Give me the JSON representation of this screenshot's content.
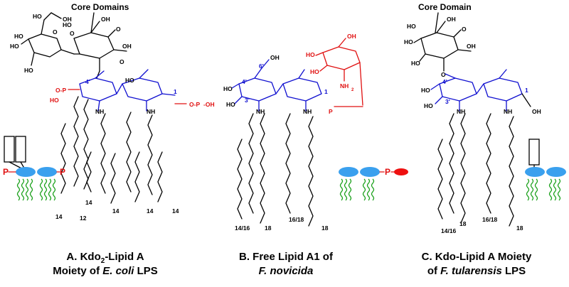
{
  "headers": {
    "a": "Core Domains",
    "c": "Core Domain"
  },
  "labels": {
    "ho": "HO",
    "oh": "OH",
    "o": "O",
    "nh": "NH",
    "nh2": "NH",
    "nh2_sub": "2",
    "p": "P",
    "four_prime": "4'",
    "three_prime": "3'",
    "six_prime": "6'",
    "one": "1",
    "o_p": "O-P",
    "p_oh": "-OH",
    "schematic_p": "P"
  },
  "chain_labels": {
    "a": [
      "14",
      "12",
      "14",
      "14",
      "14"
    ],
    "a_first": "14",
    "b": [
      "14/16",
      "18",
      "16/18",
      "18"
    ],
    "c": [
      "14/16",
      "18",
      "16/18",
      "18"
    ]
  },
  "captions": {
    "a_line1_prefix": "A. Kdo",
    "a_line1_sub": "2",
    "a_line1_suffix": "-Lipid A",
    "a_line2_prefix": "Moiety of ",
    "a_line2_italic": "E. coli",
    "a_line2_suffix": " LPS",
    "b_line1": "B. Free Lipid A1 of",
    "b_line2_italic": "F. novicida",
    "c_line1": "C. Kdo-Lipid A Moiety",
    "c_line2_prefix": "of ",
    "c_line2_italic": "F. tularensis",
    "c_line2_suffix": " LPS"
  },
  "colors": {
    "glucosamine": "#1010d0",
    "phosphate": "#e01010",
    "schematic_sugar": "#3aa0ee",
    "acyl_chain": "#1aa01a"
  }
}
